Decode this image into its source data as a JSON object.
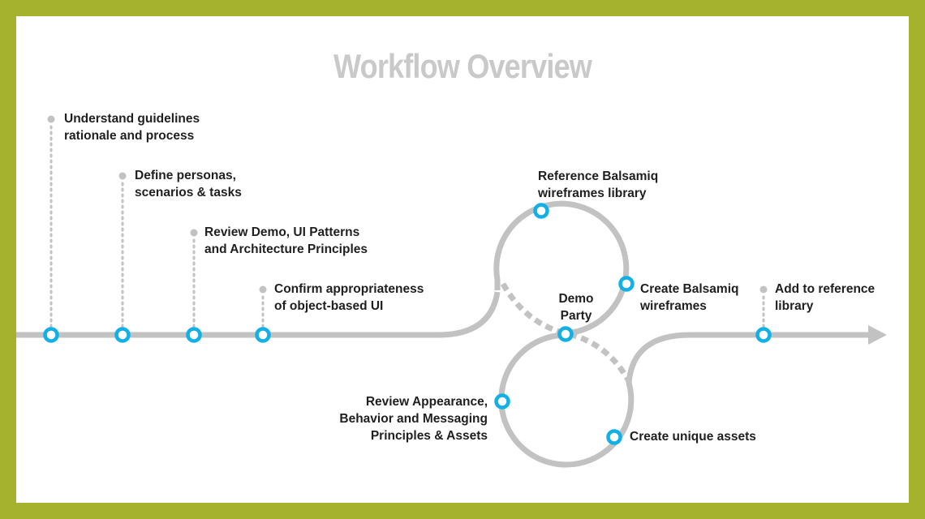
{
  "slide": {
    "title": "Workflow Overview",
    "colors": {
      "frame": "#a4b22e",
      "background": "#ffffff",
      "title": "#c9c9c9",
      "track": "#c2c2c2",
      "milestone": "#12b0e6",
      "text": "#1f1f1f"
    }
  },
  "steps": {
    "understand": {
      "line1": "Understand guidelines",
      "line2": "rationale and process"
    },
    "personas": {
      "line1": "Define personas,",
      "line2": "scenarios & tasks"
    },
    "review_demo": {
      "line1": "Review Demo, UI Patterns",
      "line2": "and Architecture Principles"
    },
    "confirm": {
      "line1": "Confirm appropriateness",
      "line2": "of object-based UI"
    },
    "reference": {
      "line1": "Reference Balsamiq",
      "line2": "wireframes library"
    },
    "create_wireframes": {
      "line1": "Create Balsamiq",
      "line2": "wireframes"
    },
    "demo_party": {
      "line1": "Demo",
      "line2": "Party"
    },
    "add_reference": {
      "line1": "Add to reference",
      "line2": "library"
    },
    "review_appearance": {
      "line1": "Review Appearance,",
      "line2": "Behavior and Messaging",
      "line3": "Principles & Assets"
    },
    "create_assets": {
      "line1": "Create unique assets"
    }
  }
}
